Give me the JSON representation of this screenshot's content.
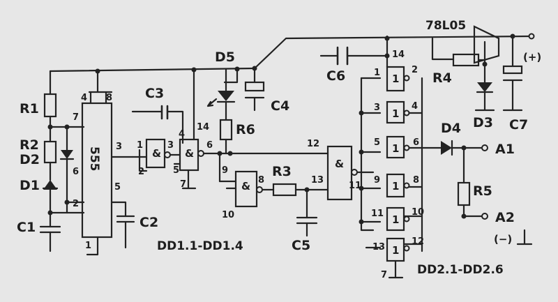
{
  "labels": {
    "r1": "R1",
    "r2": "R2",
    "d2": "D2",
    "d1": "D1",
    "c1": "C1",
    "ic555": "555",
    "c2": "C2",
    "c3": "C3",
    "d5": "D5",
    "c4": "C4",
    "r6": "R6",
    "r3": "R3",
    "c5": "C5",
    "c6": "C6",
    "reg": "78L05",
    "r4": "R4",
    "d3": "D3",
    "c7": "C7",
    "d4": "D4",
    "r5": "R5",
    "a1": "A1",
    "a2": "A2",
    "plus": "(+)",
    "minus": "(−)",
    "dd1": "DD1.1-DD1.4",
    "dd2": "DD2.1-DD2.6"
  },
  "pins": {
    "p4": "4",
    "p8": "8",
    "p7": "7",
    "p6": "6",
    "p2": "2",
    "p3": "3",
    "p5": "5",
    "p1": "1",
    "a_in1": "1",
    "a_in2": "2",
    "a_out": "3",
    "b4": "4",
    "b14": "14",
    "b5": "5",
    "b6": "6",
    "b7": "7",
    "c9": "9",
    "c10": "10",
    "c8": "8",
    "e12": "12",
    "e13": "13",
    "e11": "11",
    "f14": "14",
    "f1": "1",
    "f2": "2",
    "f3": "3",
    "f4": "4",
    "f5": "5",
    "f6": "6",
    "f9": "9",
    "f8": "8",
    "f11": "11",
    "f10": "10",
    "f13": "13",
    "f12": "12",
    "f7": "7",
    "f11b": "11"
  },
  "gates": {
    "g1": "&",
    "g2": "&",
    "g3": "&",
    "g4": "&",
    "g5": "1",
    "g6": "1",
    "g7": "1",
    "g8": "1",
    "g9": "1",
    "g10": "1"
  }
}
